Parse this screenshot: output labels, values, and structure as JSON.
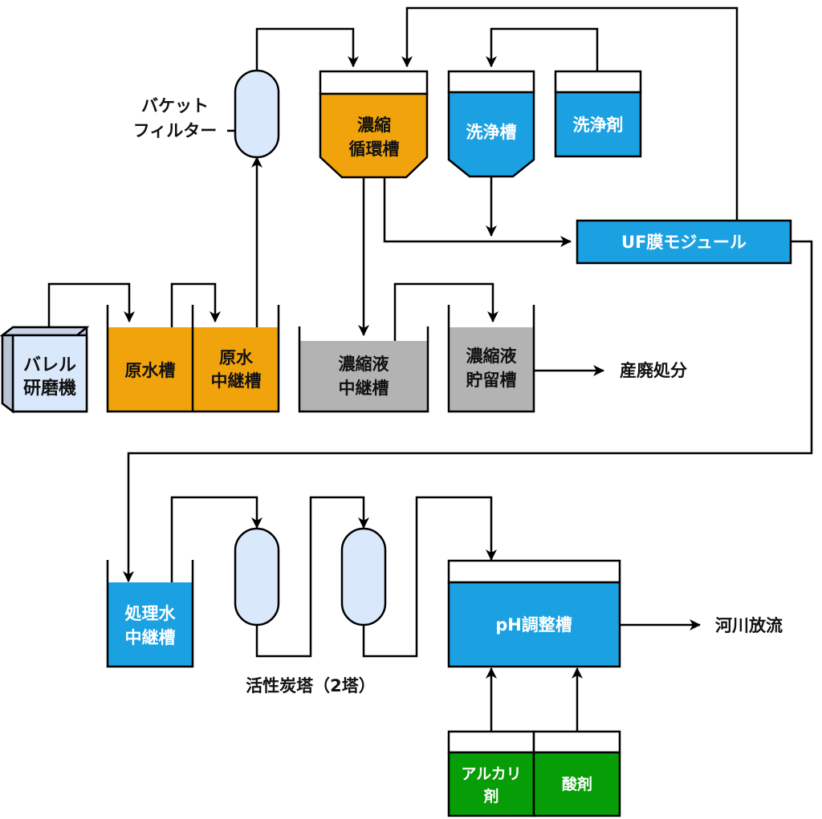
{
  "title": "排水処理フロー",
  "colors": {
    "orange": "#f0a30a",
    "blue": "#1ba1e2",
    "gray": "#b3b3b3",
    "green": "#079d07",
    "light_blue": "#dae8fc",
    "line": "#000000"
  },
  "nodes": {
    "barrel_grinder": {
      "line1": "バレル",
      "line2": "研磨機"
    },
    "raw_water_tank": {
      "label": "原水槽"
    },
    "raw_relay_tank": {
      "line1": "原水",
      "line2": "中継槽"
    },
    "bucket_filter": {
      "line1": "バケット",
      "line2": "フィルター"
    },
    "conc_circ_tank": {
      "line1": "濃縮",
      "line2": "循環槽"
    },
    "wash_tank": {
      "label": "洗浄槽"
    },
    "detergent": {
      "label": "洗浄剤"
    },
    "uf_module": {
      "label": "UF膜モジュール"
    },
    "conc_relay_tank": {
      "line1": "濃縮液",
      "line2": "中継槽"
    },
    "conc_storage_tank": {
      "line1": "濃縮液",
      "line2": "貯留槽"
    },
    "industrial_waste": {
      "label": "産廃処分"
    },
    "treated_relay_tank": {
      "line1": "処理水",
      "line2": "中継槽"
    },
    "carbon_towers": {
      "label": "活性炭塔（2塔）"
    },
    "ph_tank": {
      "label": "pH調整槽"
    },
    "river_discharge": {
      "label": "河川放流"
    },
    "alkali": {
      "line1": "アルカリ",
      "line2": "剤"
    },
    "acid": {
      "label": "酸剤"
    }
  }
}
